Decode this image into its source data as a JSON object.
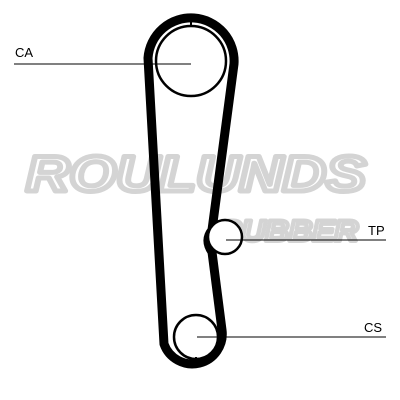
{
  "diagram": {
    "watermark": {
      "line1": "ROULUNDS",
      "line2": "RUBBER"
    },
    "labels": {
      "camshaft": "CA",
      "tensioner": "TP",
      "crankshaft": "CS"
    }
  },
  "colors": {
    "belt": "#000000",
    "watermark": "#d4d4d4",
    "leader_line": "#000000"
  }
}
